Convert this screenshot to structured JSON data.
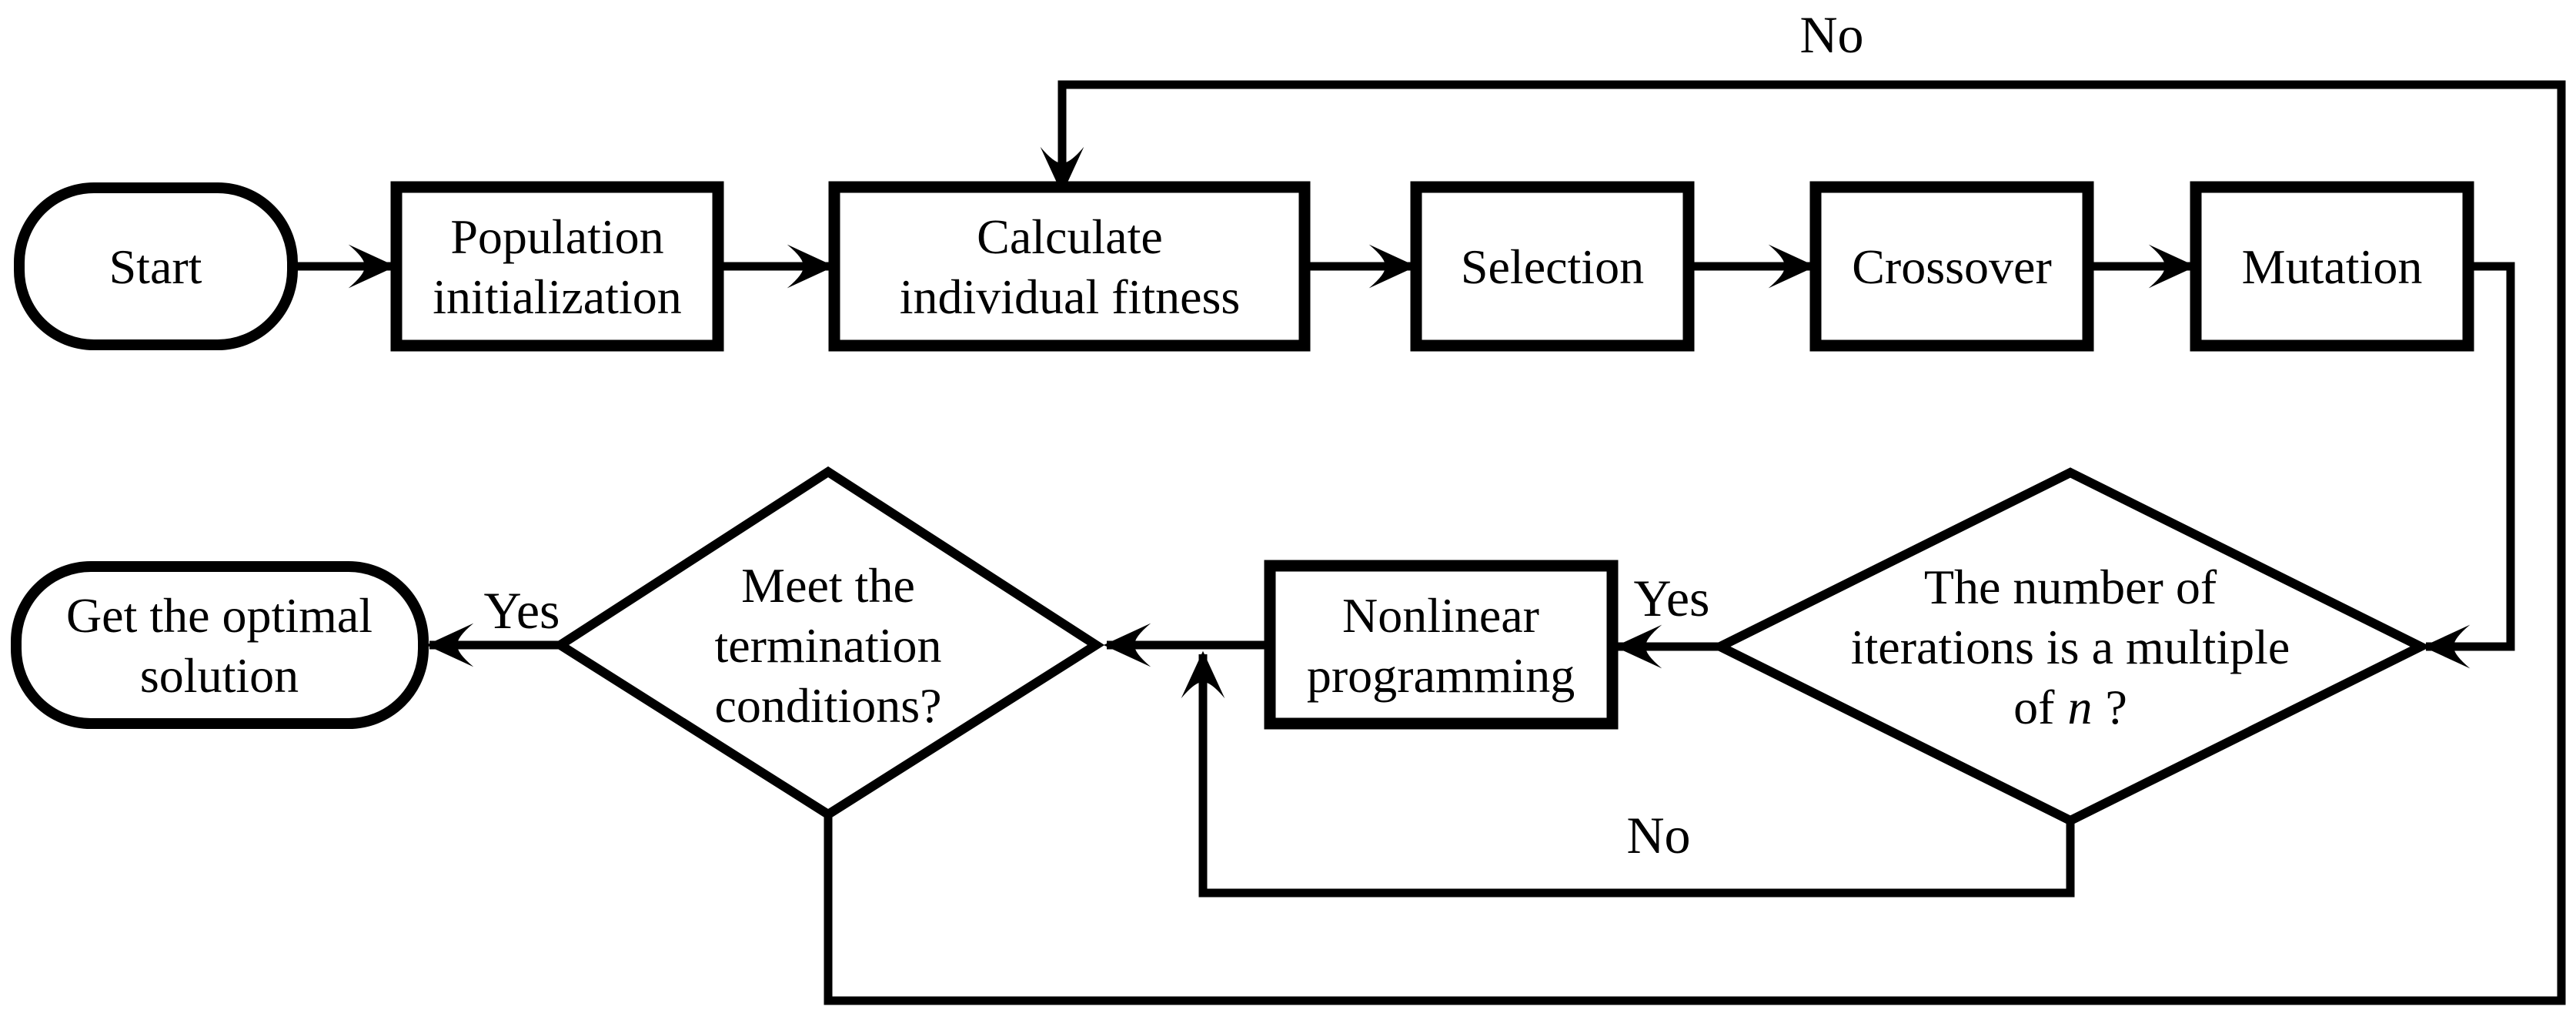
{
  "diagram": {
    "type": "flowchart",
    "background": "#ffffff",
    "stroke_color": "#000000",
    "nodes": {
      "start": {
        "shape": "stadium",
        "label": "Start"
      },
      "population_initialization": {
        "shape": "rect",
        "lines": [
          "Population",
          "initialization"
        ]
      },
      "calculate_fitness": {
        "shape": "rect",
        "lines": [
          "Calculate",
          "individual fitness"
        ]
      },
      "selection": {
        "shape": "rect",
        "label": "Selection"
      },
      "crossover": {
        "shape": "rect",
        "label": "Crossover"
      },
      "mutation": {
        "shape": "rect",
        "label": "Mutation"
      },
      "iteration_check": {
        "shape": "diamond",
        "lines": [
          "The number of",
          "iterations is a multiple"
        ],
        "line3_prefix": "of",
        "line3_variable": "n",
        "line3_suffix": "?"
      },
      "nonlinear_programming": {
        "shape": "rect",
        "lines": [
          "Nonlinear",
          "programming"
        ]
      },
      "termination_check": {
        "shape": "diamond",
        "lines": [
          "Meet the",
          "termination",
          "conditions?"
        ]
      },
      "optimal_solution": {
        "shape": "stadium",
        "lines": [
          "Get the optimal",
          "solution"
        ]
      }
    },
    "edge_labels": {
      "loop_no_top": "No",
      "iteration_yes": "Yes",
      "iteration_no": "No",
      "termination_yes": "Yes"
    }
  }
}
